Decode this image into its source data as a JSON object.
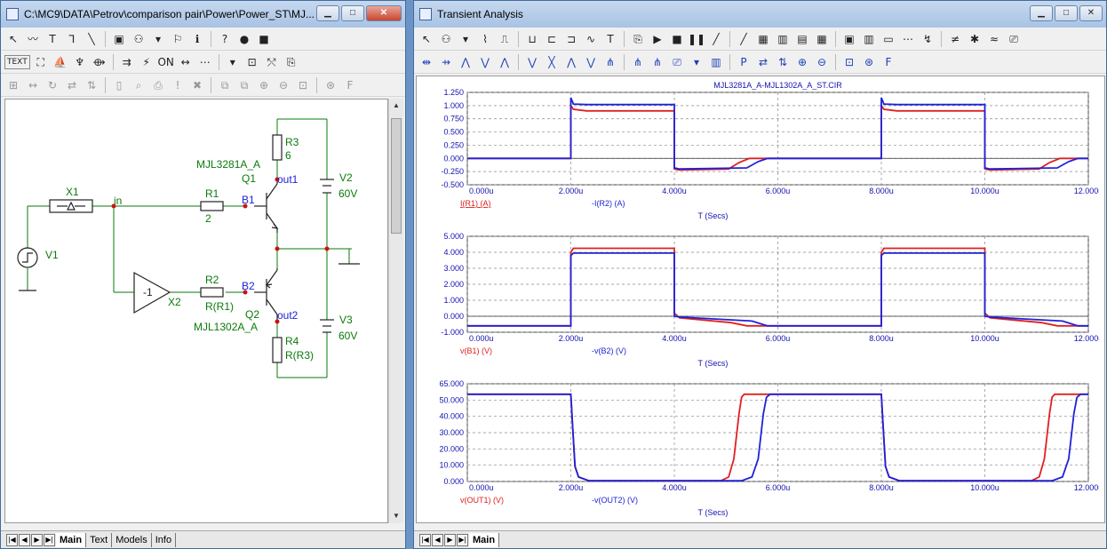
{
  "schematic_window": {
    "title": "C:\\MC9\\DATA\\Petrov\\comparison pair\\Power\\Power_ST\\MJ...",
    "toolbar_row1": [
      "↖",
      "〰",
      "T",
      "⅂",
      "╲",
      "▣",
      "⚇",
      "▾",
      "⚐",
      "ℹ",
      "?",
      "●",
      "■"
    ],
    "toolbar_row2": [
      "TEXT",
      "⛶",
      "⛵",
      "♆",
      "⟴",
      "⇉",
      "⚡",
      "ON",
      "↔",
      "⋯",
      "▾",
      "⊡",
      "⤲",
      "⎘"
    ],
    "toolbar_row3": [
      "⊞",
      "↔",
      "↻",
      "⇄",
      "⇅",
      "▯",
      "⌕",
      "⎙",
      "!",
      "✖",
      "⧉",
      "⧉",
      "⊕",
      "⊖",
      "⊡",
      "⊛",
      "F"
    ],
    "labels": {
      "x1": "X1",
      "in": "in",
      "r1": "R1",
      "r1v": "2",
      "b1": "B1",
      "q1model": "MJL3281A_A",
      "q1": "Q1",
      "r3": "R3",
      "r3v": "6",
      "out1": "out1",
      "v2": "V2",
      "v2v": "60V",
      "v1": "V1",
      "gain": "-1",
      "x2": "X2",
      "r2": "R2",
      "r2v": "R(R1)",
      "b2": "B2",
      "q2": "Q2",
      "q2model": "MJL1302A_A",
      "out2": "out2",
      "r4": "R4",
      "r4v": "R(R3)",
      "v3": "V3",
      "v3v": "60V"
    },
    "tabs": [
      "Main",
      "Text",
      "Models",
      "Info"
    ],
    "active_tab": "Main"
  },
  "analysis_window": {
    "title": "Transient Analysis",
    "tabs": [
      "Main"
    ],
    "active_tab": "Main"
  },
  "colors": {
    "red": "#e02020",
    "blue": "#1e22d8",
    "green": "#0a7a0a",
    "axis": "#1212b0"
  },
  "chart_data": [
    {
      "type": "line",
      "title": "MJL3281A_A-MJL1302A_A_ST.CIR",
      "xlabel": "T (Secs)",
      "xlim": [
        0,
        12
      ],
      "ylim": [
        -0.5,
        1.25
      ],
      "x_ticks": [
        "0.000u",
        "2.000u",
        "4.000u",
        "6.000u",
        "8.000u",
        "10.000u",
        "12.000u"
      ],
      "y_ticks": [
        "-0.500",
        "-0.250",
        "0.000",
        "0.250",
        "0.500",
        "0.750",
        "1.000",
        "1.250"
      ],
      "series": [
        {
          "name": "I(R1) (A)",
          "color": "#e02020",
          "x": [
            0,
            2,
            2,
            2.05,
            2.3,
            4,
            4,
            4.1,
            5.05,
            5.25,
            5.45,
            8,
            8,
            8.05,
            8.3,
            10,
            10,
            10.1,
            11.05,
            11.25,
            11.45,
            12
          ],
          "y": [
            0,
            0,
            1.0,
            0.93,
            0.9,
            0.9,
            -0.2,
            -0.22,
            -0.2,
            -0.08,
            0,
            0,
            1.0,
            0.93,
            0.9,
            0.9,
            -0.2,
            -0.22,
            -0.2,
            -0.08,
            0,
            0
          ]
        },
        {
          "name": "-I(R2) (A)",
          "color": "#1e22d8",
          "x": [
            0,
            2,
            2,
            2.05,
            2.3,
            4,
            4,
            4.1,
            5.4,
            5.62,
            5.8,
            8,
            8,
            8.05,
            8.3,
            10,
            10,
            10.1,
            11.4,
            11.62,
            11.8,
            12
          ],
          "y": [
            0,
            0,
            1.15,
            1.03,
            1.02,
            1.02,
            -0.18,
            -0.2,
            -0.18,
            -0.06,
            0,
            0,
            1.15,
            1.03,
            1.02,
            1.02,
            -0.18,
            -0.2,
            -0.18,
            -0.06,
            0,
            0
          ]
        }
      ]
    },
    {
      "type": "line",
      "xlabel": "T (Secs)",
      "xlim": [
        0,
        12
      ],
      "ylim": [
        -1.0,
        5.0
      ],
      "x_ticks": [
        "0.000u",
        "2.000u",
        "4.000u",
        "6.000u",
        "8.000u",
        "10.000u",
        "12.000u"
      ],
      "y_ticks": [
        "-1.000",
        "0.000",
        "1.000",
        "2.000",
        "3.000",
        "4.000",
        "5.000"
      ],
      "series": [
        {
          "name": "v(B1) (V)",
          "color": "#e02020",
          "x": [
            0,
            2,
            2,
            2.05,
            4,
            4,
            4.1,
            5.1,
            5.4,
            8,
            8,
            8.05,
            10,
            10,
            10.1,
            11.1,
            11.4,
            12
          ],
          "y": [
            -0.6,
            -0.6,
            4.0,
            4.25,
            4.25,
            0.2,
            -0.1,
            -0.4,
            -0.6,
            -0.6,
            4.0,
            4.25,
            4.25,
            0.2,
            -0.1,
            -0.4,
            -0.6,
            -0.6
          ]
        },
        {
          "name": "-v(B2) (V)",
          "color": "#1e22d8",
          "x": [
            0,
            2,
            2,
            2.05,
            4,
            4,
            4.1,
            5.5,
            5.8,
            8,
            8,
            8.05,
            10,
            10,
            10.1,
            11.5,
            11.8,
            12
          ],
          "y": [
            -0.6,
            -0.6,
            3.8,
            3.95,
            3.95,
            0.0,
            -0.05,
            -0.3,
            -0.6,
            -0.6,
            3.8,
            3.95,
            3.95,
            0.0,
            -0.05,
            -0.3,
            -0.6,
            -0.6
          ]
        }
      ]
    },
    {
      "type": "line",
      "xlabel": "T (Secs)",
      "xlim": [
        0,
        12
      ],
      "ylim": [
        0,
        65
      ],
      "x_ticks": [
        "0.000u",
        "2.000u",
        "4.000u",
        "6.000u",
        "8.000u",
        "10.000u",
        "12.000u"
      ],
      "y_ticks": [
        "0.000",
        "10.000",
        "20.000",
        "30.000",
        "40.000",
        "50.000",
        "65.000"
      ],
      "series": [
        {
          "name": "v(OUT1) (V)",
          "color": "#e02020",
          "x": [
            0,
            2,
            2.03,
            2.08,
            2.15,
            2.35,
            4.9,
            5.05,
            5.15,
            5.25,
            5.3,
            5.35,
            8,
            8.03,
            8.08,
            8.15,
            8.35,
            10.9,
            11.05,
            11.15,
            11.25,
            11.3,
            11.35,
            12
          ],
          "y": [
            58,
            58,
            40,
            10,
            3,
            0.5,
            0.5,
            3,
            15,
            45,
            56,
            58,
            58,
            40,
            10,
            3,
            0.5,
            0.5,
            3,
            15,
            45,
            56,
            58,
            58
          ]
        },
        {
          "name": "-v(OUT2) (V)",
          "color": "#1e22d8",
          "x": [
            0,
            2,
            2.03,
            2.08,
            2.15,
            2.35,
            5.3,
            5.5,
            5.62,
            5.72,
            5.78,
            5.85,
            8,
            8.03,
            8.08,
            8.15,
            8.35,
            11.3,
            11.5,
            11.62,
            11.72,
            11.78,
            11.85,
            12
          ],
          "y": [
            58,
            58,
            40,
            10,
            3,
            0.5,
            0.5,
            3,
            15,
            45,
            56,
            58,
            58,
            40,
            10,
            3,
            0.5,
            0.5,
            3,
            15,
            45,
            56,
            58,
            58
          ]
        }
      ]
    }
  ]
}
